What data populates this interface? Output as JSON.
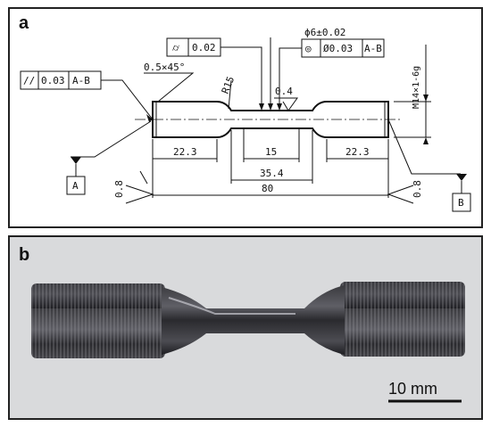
{
  "panel_a": {
    "letter": "a",
    "fcf_parallel": {
      "symbol": "//",
      "tolerance": "0.03",
      "datum": "A-B"
    },
    "fcf_cylindricity": {
      "symbol": "⌭",
      "tolerance": "0.02"
    },
    "fcf_concentricity": {
      "symbol": "◎",
      "tolerance": "Ø0.03",
      "datum": "A-B"
    },
    "diameter_note": "ϕ6±0.02",
    "chamfer_note": "0.5×45°",
    "radius_note": "R15",
    "roughness_mid": "0.4",
    "thread_note": "M14×1-6g",
    "dims": {
      "left_grip": "22.3",
      "gauge": "15",
      "right_grip": "22.3",
      "center": "35.4",
      "overall": "80"
    },
    "roughness_left": "0.8",
    "roughness_right": "0.8",
    "datum_a": "A",
    "datum_b": "B"
  },
  "panel_b": {
    "letter": "b",
    "scale_label": "10 mm"
  }
}
